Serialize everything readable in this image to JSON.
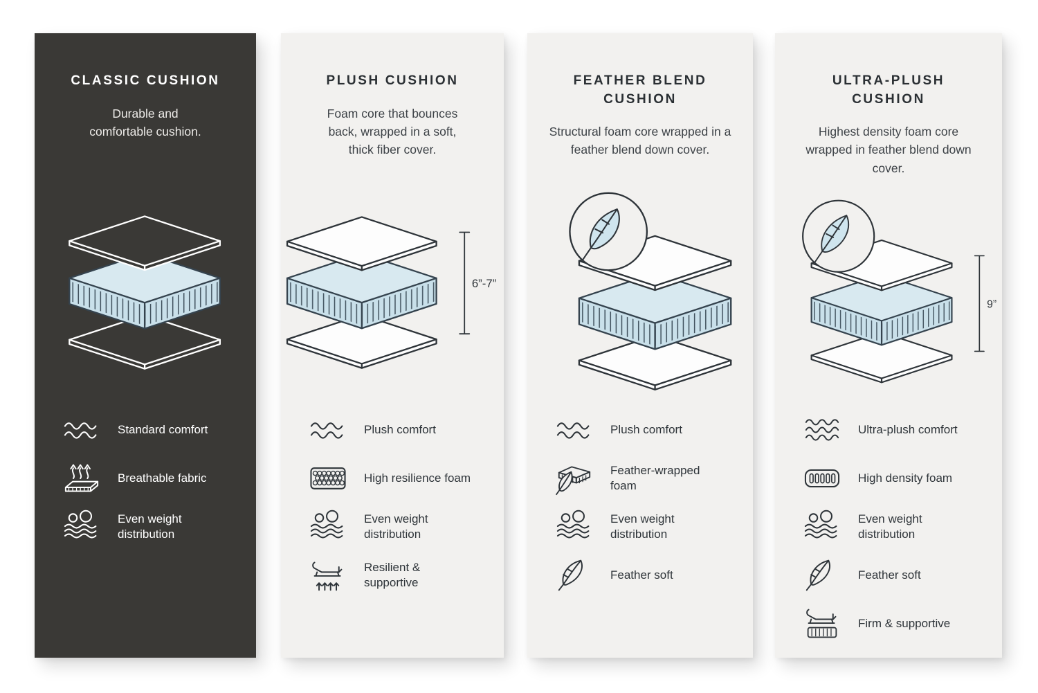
{
  "colors": {
    "page_background": "#ffffff",
    "dark_panel_background": "#3a3936",
    "light_panel_background": "#f2f1ef",
    "foam_fill": "#cfe4ee",
    "line_dark": "#2e3439",
    "line_light": "#ffffff"
  },
  "panels": [
    {
      "id": "classic-cushion",
      "theme": "dark",
      "title": "CLASSIC CUSHION",
      "description": "Durable and comfortable cushion.",
      "diagram": {
        "feather_badge": false,
        "dimension": ""
      },
      "features": [
        {
          "icon": "comfort-waves-icon",
          "label": "Standard comfort"
        },
        {
          "icon": "breathable-fabric-icon",
          "label": "Breathable fabric"
        },
        {
          "icon": "even-weight-icon",
          "label": "Even weight distribution"
        }
      ]
    },
    {
      "id": "plush-cushion",
      "theme": "light",
      "title": "PLUSH CUSHION",
      "description": "Foam core that bounces back, wrapped in a soft, thick fiber cover.",
      "diagram": {
        "feather_badge": false,
        "dimension": "6”-7”"
      },
      "features": [
        {
          "icon": "comfort-waves-icon",
          "label": "Plush comfort"
        },
        {
          "icon": "high-resilience-foam-icon",
          "label": "High resilience foam"
        },
        {
          "icon": "even-weight-icon",
          "label": "Even weight distribution"
        },
        {
          "icon": "resilient-supportive-icon",
          "label": "Resilient & supportive"
        }
      ]
    },
    {
      "id": "feather-blend-cushion",
      "theme": "light",
      "title": "FEATHER BLEND CUSHION",
      "description": "Structural foam core wrapped in a feather blend down cover.",
      "diagram": {
        "feather_badge": true,
        "dimension": ""
      },
      "features": [
        {
          "icon": "comfort-waves-icon",
          "label": "Plush comfort"
        },
        {
          "icon": "feather-wrapped-foam-icon",
          "label": "Feather-wrapped foam"
        },
        {
          "icon": "even-weight-icon",
          "label": "Even weight distribution"
        },
        {
          "icon": "feather-soft-icon",
          "label": "Feather soft"
        }
      ]
    },
    {
      "id": "ultra-plush-cushion",
      "theme": "light",
      "title": "ULTRA-PLUSH CUSHION",
      "description": "Highest density foam core wrapped in feather blend down cover.",
      "diagram": {
        "feather_badge": true,
        "dimension": "9”"
      },
      "features": [
        {
          "icon": "ultra-plush-waves-icon",
          "label": "Ultra-plush comfort"
        },
        {
          "icon": "high-density-foam-icon",
          "label": "High density foam"
        },
        {
          "icon": "even-weight-icon",
          "label": "Even weight distribution"
        },
        {
          "icon": "feather-soft-icon",
          "label": "Feather soft"
        },
        {
          "icon": "firm-supportive-icon",
          "label": "Firm & supportive"
        }
      ]
    }
  ]
}
